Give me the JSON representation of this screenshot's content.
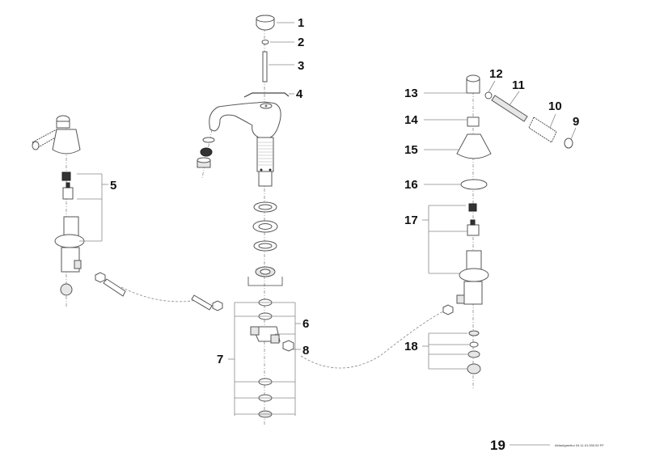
{
  "diagram": {
    "title": "Exploded view - three-hole basin mixer",
    "callouts": [
      {
        "id": "1",
        "label": "1"
      },
      {
        "id": "2",
        "label": "2"
      },
      {
        "id": "3",
        "label": "3"
      },
      {
        "id": "4",
        "label": "4"
      },
      {
        "id": "5",
        "label": "5"
      },
      {
        "id": "6",
        "label": "6"
      },
      {
        "id": "7",
        "label": "7"
      },
      {
        "id": "8",
        "label": "8"
      },
      {
        "id": "9",
        "label": "9"
      },
      {
        "id": "10",
        "label": "10"
      },
      {
        "id": "11",
        "label": "11"
      },
      {
        "id": "12",
        "label": "12"
      },
      {
        "id": "13",
        "label": "13"
      },
      {
        "id": "14",
        "label": "14"
      },
      {
        "id": "15",
        "label": "15"
      },
      {
        "id": "16",
        "label": "16"
      },
      {
        "id": "17",
        "label": "17"
      },
      {
        "id": "18",
        "label": "18"
      },
      {
        "id": "19",
        "label": "19"
      }
    ],
    "footer_note": "Ablaufgarnitur 04.11.01.900.00 FF",
    "colors": {
      "line": "#555555",
      "label": "#111111",
      "leader": "#888888"
    }
  }
}
